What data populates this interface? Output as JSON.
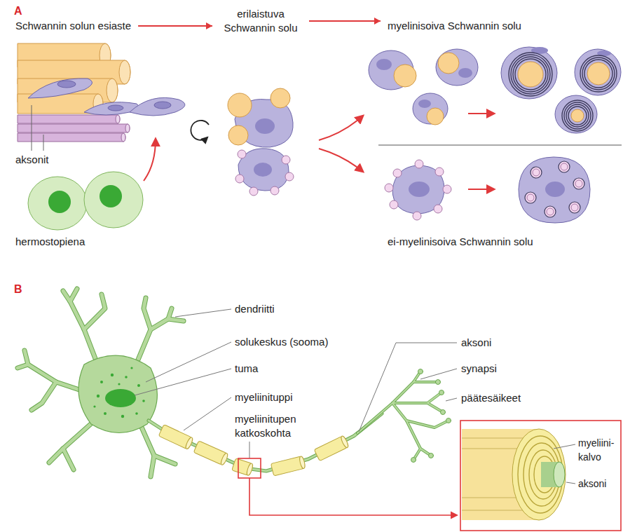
{
  "diagram": {
    "nodes": [
      {
        "text": [
          "Schwannin solun esiaste"
        ]
      },
      {
        "text": [
          "erilaistuva Schwannin solu"
        ]
      },
      {
        "text": [
          "myelinisoiva Schwannin solu"
        ]
      }
    ],
    "edges": [
      {
        "from": 0,
        "to": 1,
        "arrow": "to"
      },
      {
        "from": 1,
        "to": 2,
        "arrow": "to"
      }
    ],
    "labels": [
      "A",
      "aksonit",
      "hermostopiena",
      "ei-myelinisoiva Schwannin solu",
      "B",
      "dendriitti",
      "solukeskus (sooma)",
      "tuma",
      "myeliinituppi",
      "myeliinitupen katkoskohta",
      "aksoni",
      "synapsi",
      "päätesäikeet",
      "myeliini- kalvo",
      "aksoni"
    ]
  }
}
